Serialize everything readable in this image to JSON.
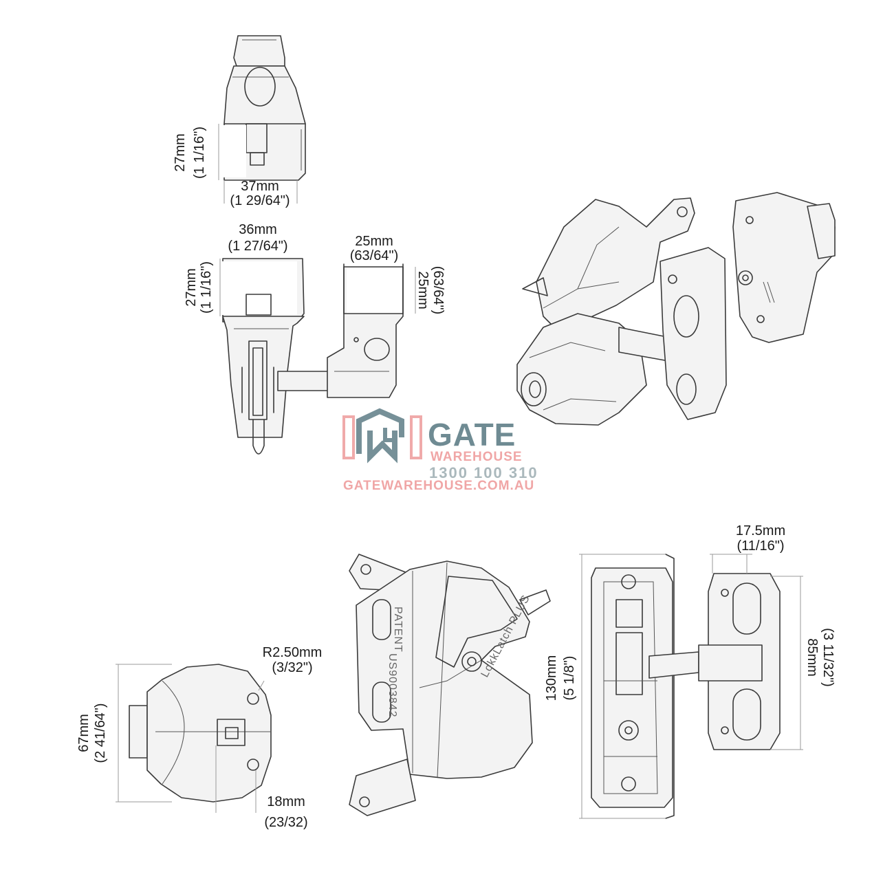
{
  "dimensions": {
    "top_view_height_mm": "27mm",
    "top_view_height_in": "(1 1/16\")",
    "top_view_width_mm": "37mm",
    "top_view_width_in": "(1 29/64\")",
    "side_width_mm": "36mm",
    "side_width_in": "(1 27/64\")",
    "side_height_mm": "27mm",
    "side_height_in": "(1 1/16\")",
    "keeper_width_mm": "25mm",
    "keeper_width_in": "(63/64\")",
    "keeper_height_mm": "25mm",
    "keeper_height_in": "(63/64\")",
    "radius_mm": "R2.50mm",
    "radius_in": "(3/32\")",
    "front_height_mm": "67mm",
    "front_height_in": "(2 41/64\")",
    "offset_mm": "18mm",
    "offset_in": "(23/32)",
    "overall_height_mm": "130mm",
    "overall_height_in": "(5 1/8\")",
    "keeper_offset_mm": "17.5mm",
    "keeper_offset_in": "(11/16\")",
    "keeper_plate_mm": "85mm",
    "keeper_plate_in": "(3 11/32\")"
  },
  "engraving": {
    "patent_word": "PATENT",
    "patent_no": "US9003842",
    "model": "LokkLatch PLUS"
  },
  "brand": {
    "logo_monogram": "GW",
    "name": "GATE",
    "sub": "WAREHOUSE",
    "phone": "1300 100 310",
    "url": "GATEWAREHOUSE.COM.AU",
    "colors": {
      "slate": "#6f8b93",
      "pink": "#f0a6a6"
    }
  }
}
